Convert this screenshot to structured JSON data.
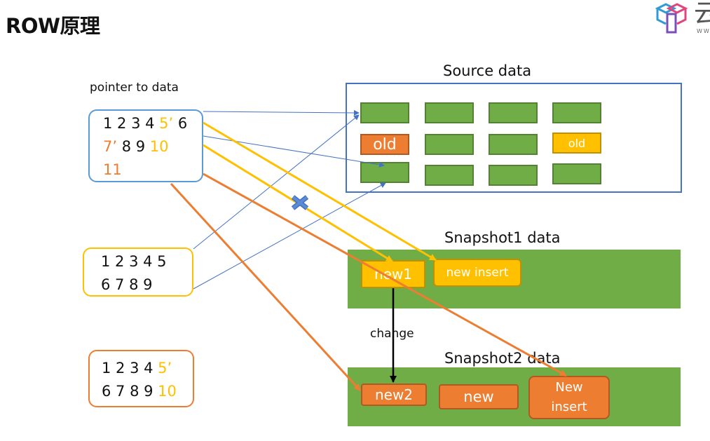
{
  "slide": {
    "title": "ROW原理",
    "logo_text": "云",
    "logo_sub": "WW"
  },
  "pointer_to_data": {
    "label": "pointer to data",
    "line1": [
      "1 2 3 4 ",
      "5’",
      " 6"
    ],
    "line2": [
      "7’",
      " 8 9 ",
      "10"
    ],
    "line3": [
      "11"
    ]
  },
  "snapshot1_pointer": {
    "line1": "1 2 3 4 5",
    "line2": "6 7 8 9"
  },
  "snapshot2_pointer": {
    "line1": [
      "1 2 3 4 ",
      "5’"
    ],
    "line2": [
      "6 7 8 9 ",
      "10"
    ]
  },
  "source": {
    "label": "Source data",
    "old_orange": "old",
    "old_yellow": "old"
  },
  "snapshot1": {
    "label": "Snapshot1 data",
    "new1": "new1",
    "new_insert": "new insert"
  },
  "change_label": "change",
  "snapshot2": {
    "label": "Snapshot2 data",
    "new2": "new2",
    "new": "new",
    "new_insert": "New\ninsert"
  },
  "colors": {
    "green": "#70ad47",
    "orange": "#ed7d31",
    "yellow": "#ffc000",
    "blue": "#4472c4"
  }
}
